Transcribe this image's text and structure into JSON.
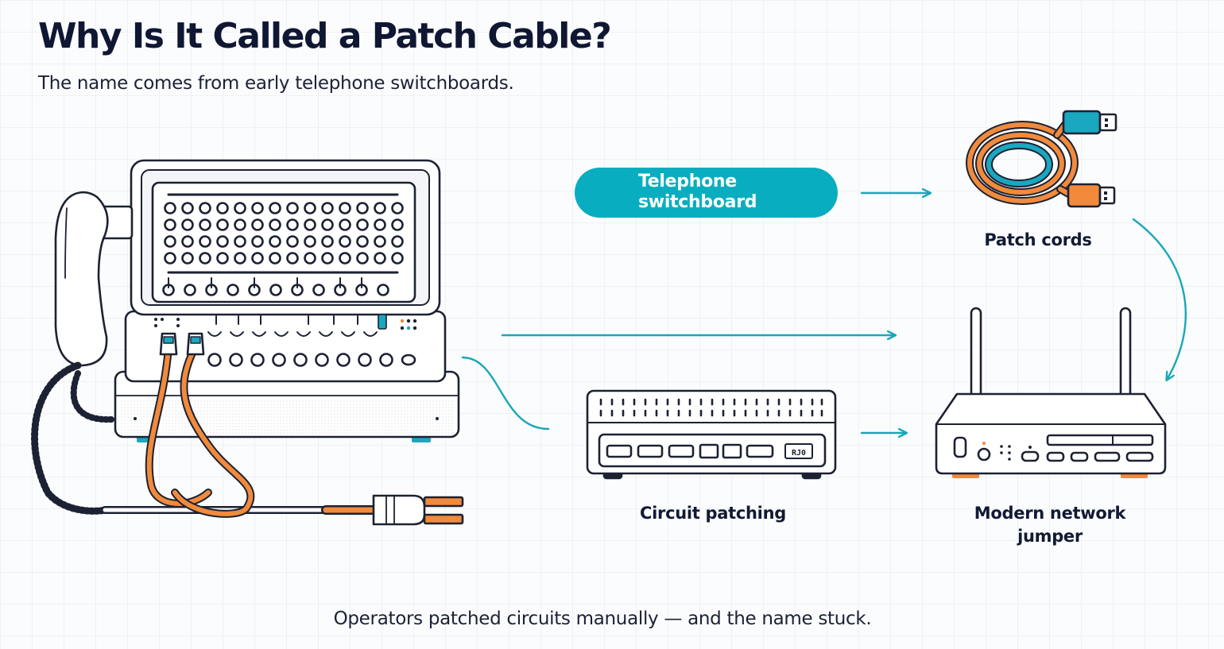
{
  "title": "Why Is It Called a Patch Cable?",
  "subtitle": "The name comes from early telephone switchboards.",
  "nodes": {
    "switchboard": {
      "label": "Telephone switchboard"
    },
    "patch_cords": {
      "label": "Patch cords",
      "icon": "patch-cord-icon"
    },
    "circuit_patching": {
      "label": "Circuit patching",
      "icon": "patch-panel-icon"
    },
    "modern_jumper": {
      "label": "Modern network jumper",
      "icon": "router-icon"
    }
  },
  "panel_port_tag": "RJ0",
  "footer": "Operators patched circuits manually — and the name stuck.",
  "colors": {
    "accent_teal": "#08aebf",
    "cable_orange": "#f28a3c",
    "usb_teal": "#1aa7c0",
    "outline": "#1c2233",
    "background": "#fbfcfd"
  }
}
